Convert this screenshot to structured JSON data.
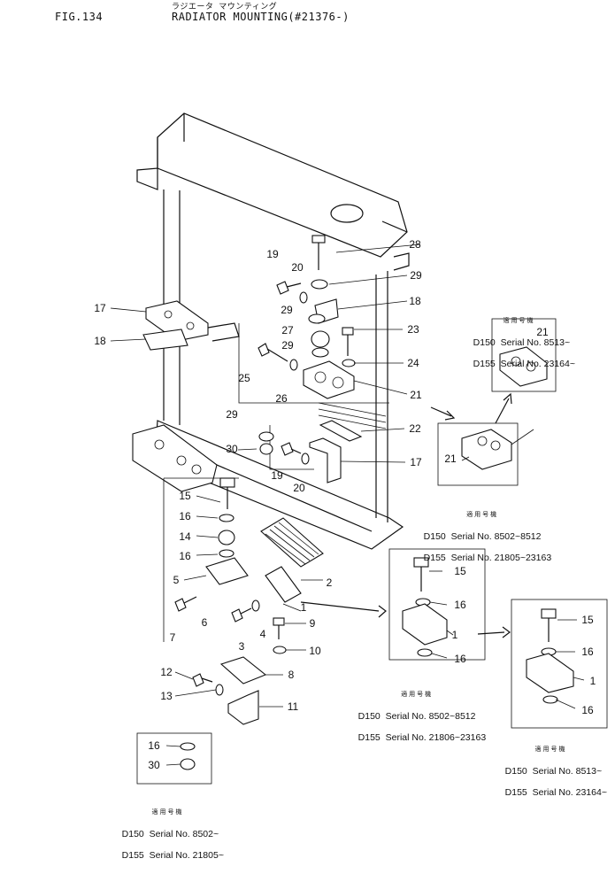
{
  "header": {
    "fig_number": "FIG.134",
    "title_jp": "ラジエータ マウンティング",
    "title_en": "RADIATOR MOUNTING(#21376-)"
  },
  "callouts": [
    "1",
    "2",
    "3",
    "4",
    "5",
    "6",
    "7",
    "8",
    "9",
    "10",
    "11",
    "12",
    "13",
    "14",
    "15",
    "16",
    "17",
    "18",
    "19",
    "20",
    "21",
    "22",
    "23",
    "24",
    "25",
    "26",
    "27",
    "28",
    "29",
    "30"
  ],
  "notes": {
    "note_a": {
      "jp": "適用号機",
      "line1": "D150  Serial No. 8513~",
      "line2": "D155  Serial No. 23164~"
    },
    "note_b": {
      "jp": "適用号機",
      "line1": "D150  Serial No. 8502~8512",
      "line2": "D155  Serial No. 21805~23163"
    },
    "note_c": {
      "jp": "適用号機",
      "line1": "D150  Serial No. 8502~8512",
      "line2": "D155  Serial No. 21806~23163"
    },
    "note_d": {
      "jp": "適用号機",
      "line1": "D150  Serial No. 8513~",
      "line2": "D155  Serial No. 23164~"
    },
    "note_e": {
      "jp": "適用号機",
      "line1": "D150  Serial No. 8502~",
      "line2": "D155  Serial No. 21805~"
    }
  }
}
